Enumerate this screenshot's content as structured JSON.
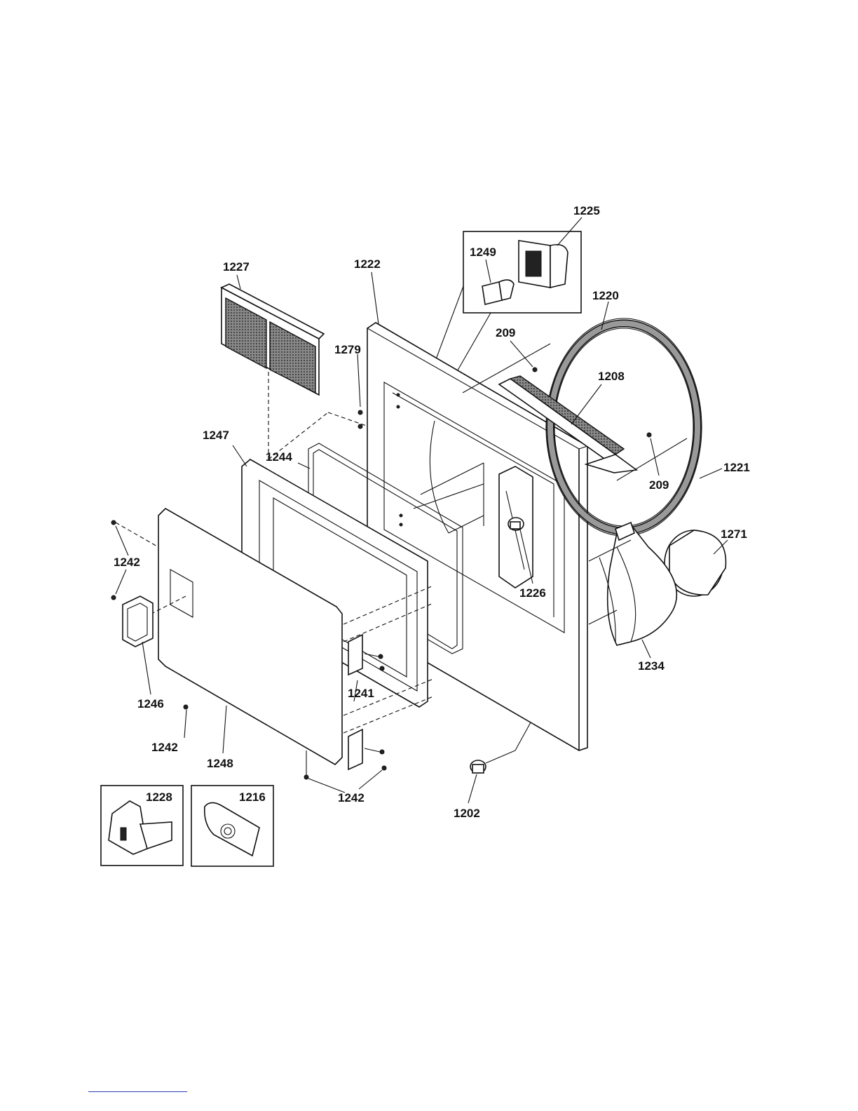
{
  "labels": {
    "l1225": "1225",
    "l1249": "1249",
    "l1227": "1227",
    "l1222": "1222",
    "l1220": "1220",
    "l209a": "209",
    "l1279": "1279",
    "l1208": "1208",
    "l1247": "1247",
    "l1244": "1244",
    "l209b": "209",
    "l1221": "1221",
    "l1271": "1271",
    "l1242a": "1242",
    "l1226": "1226",
    "l1234": "1234",
    "l1241": "1241",
    "l1246": "1246",
    "l1242b": "1242",
    "l1248": "1248",
    "l1242c": "1242",
    "l1228": "1228",
    "l1216": "1216",
    "l1202": "1202"
  }
}
